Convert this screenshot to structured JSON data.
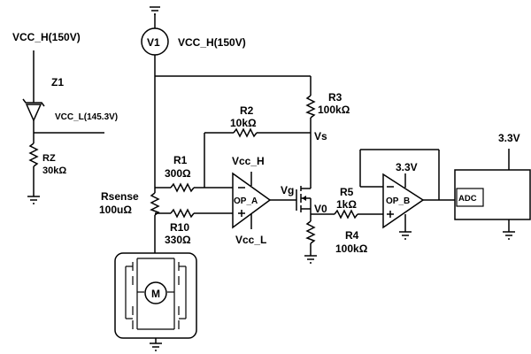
{
  "labels": {
    "vcc_h_left": "VCC_H(150V)",
    "z1": "Z1",
    "vcc_l": "VCC_L(145.3V)",
    "rz": "RZ",
    "rz_val": "30kΩ",
    "v1": "V1",
    "vcc_h_top": "VCC_H(150V)",
    "r3": "R3",
    "r3_val": "100kΩ",
    "r2": "R2",
    "r2_val": "10kΩ",
    "vs": "Vs",
    "r1": "R1",
    "r1_val": "300Ω",
    "vcc_h_op": "Vcc_H",
    "op_a": "OP_A",
    "vg": "Vg",
    "vcc_l_op": "Vcc_L",
    "rsense": "Rsense",
    "rsense_val": "100uΩ",
    "r10": "R10",
    "r10_val": "330Ω",
    "v0": "V0",
    "r5": "R5",
    "r5_val": "1kΩ",
    "r4": "R4",
    "r4_val": "100kΩ",
    "op_b": "OP_B",
    "v33_op": "3.3V",
    "v33_right": "3.3V",
    "adc": "ADC",
    "motor": "M"
  }
}
